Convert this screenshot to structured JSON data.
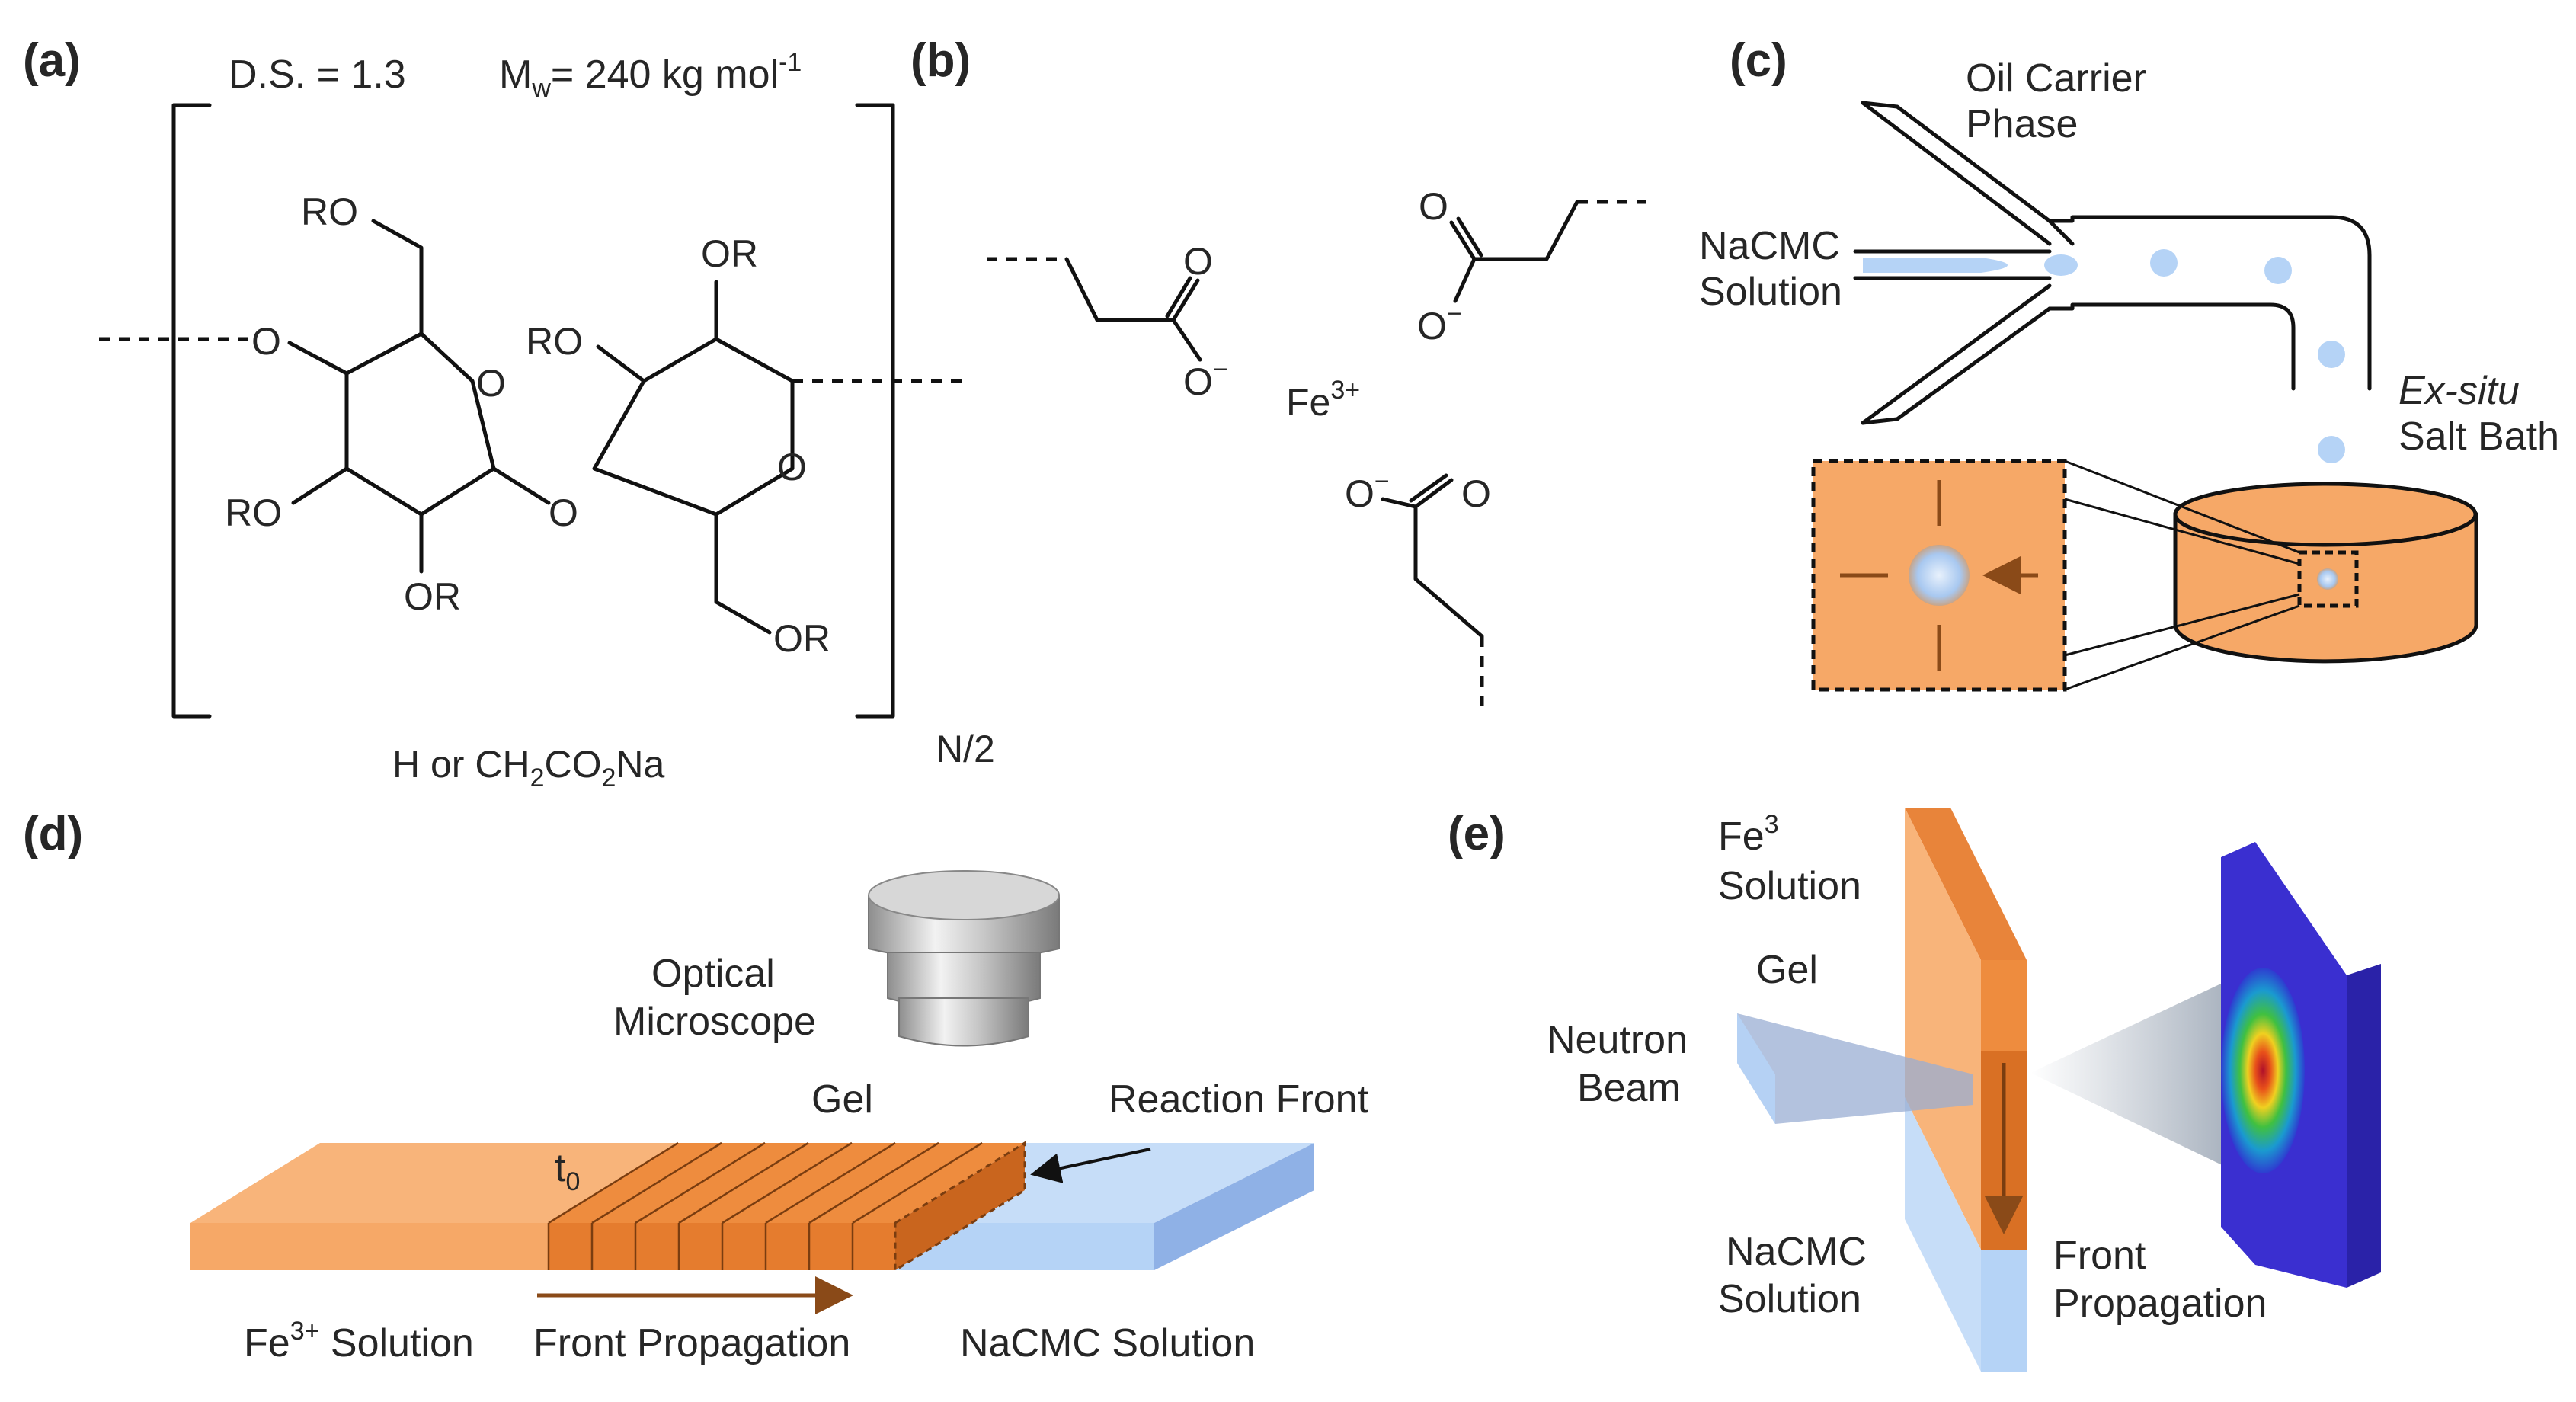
{
  "panels": {
    "a": "(a)",
    "b": "(b)",
    "c": "(c)",
    "d": "(d)",
    "e": "(e)"
  },
  "panel_a": {
    "ds": "D.S. = 1.3",
    "mw_prefix": "M",
    "mw_sub": "w",
    "mw_value": "= 240 kg mol",
    "mw_exp": "-1",
    "ro": "RO",
    "or": "OR",
    "o": "O",
    "r_def_1": "H or CH",
    "r_def_sub1": "2",
    "r_def_2": "CO",
    "r_def_sub2": "2",
    "r_def_3": "Na",
    "repeat": "N/2"
  },
  "panel_b": {
    "o": "O",
    "minus": "−",
    "fe": "Fe",
    "fe_charge": "3+"
  },
  "panel_c": {
    "oil_carrier_1": "Oil Carrier",
    "oil_carrier_2": "Phase",
    "nacmc_1": "NaCMC",
    "nacmc_2": "Solution",
    "salt_bath_1": "Ex-situ",
    "salt_bath_2": "Salt Bath"
  },
  "panel_d": {
    "microscope_1": "Optical",
    "microscope_2": "Microscope",
    "gel": "Gel",
    "reaction_front": "Reaction Front",
    "t0": "t",
    "t0_sub": "0",
    "fe_solution": "Fe",
    "fe_solution_charge": "3+",
    "fe_solution_rest": " Solution",
    "front_propagation": "Front Propagation",
    "nacmc_solution": "NaCMC Solution"
  },
  "panel_e": {
    "fe_1": "Fe",
    "fe_1_sup": "3",
    "fe_2": "Solution",
    "gel": "Gel",
    "neutron_1": "Neutron",
    "neutron_2": "Beam",
    "nacmc_1": "NaCMC",
    "nacmc_2": "Solution",
    "front_1": "Front",
    "front_2": "Propagation"
  },
  "colors": {
    "orange_light": "#f6a867",
    "orange_mid": "#ee8c3e",
    "orange_dark": "#d97024",
    "blue_light": "#b5d3f6",
    "blue_mid": "#8fb1e6",
    "detector_blue": "#3a2fd0",
    "arrow_brown": "#8a4a18"
  }
}
